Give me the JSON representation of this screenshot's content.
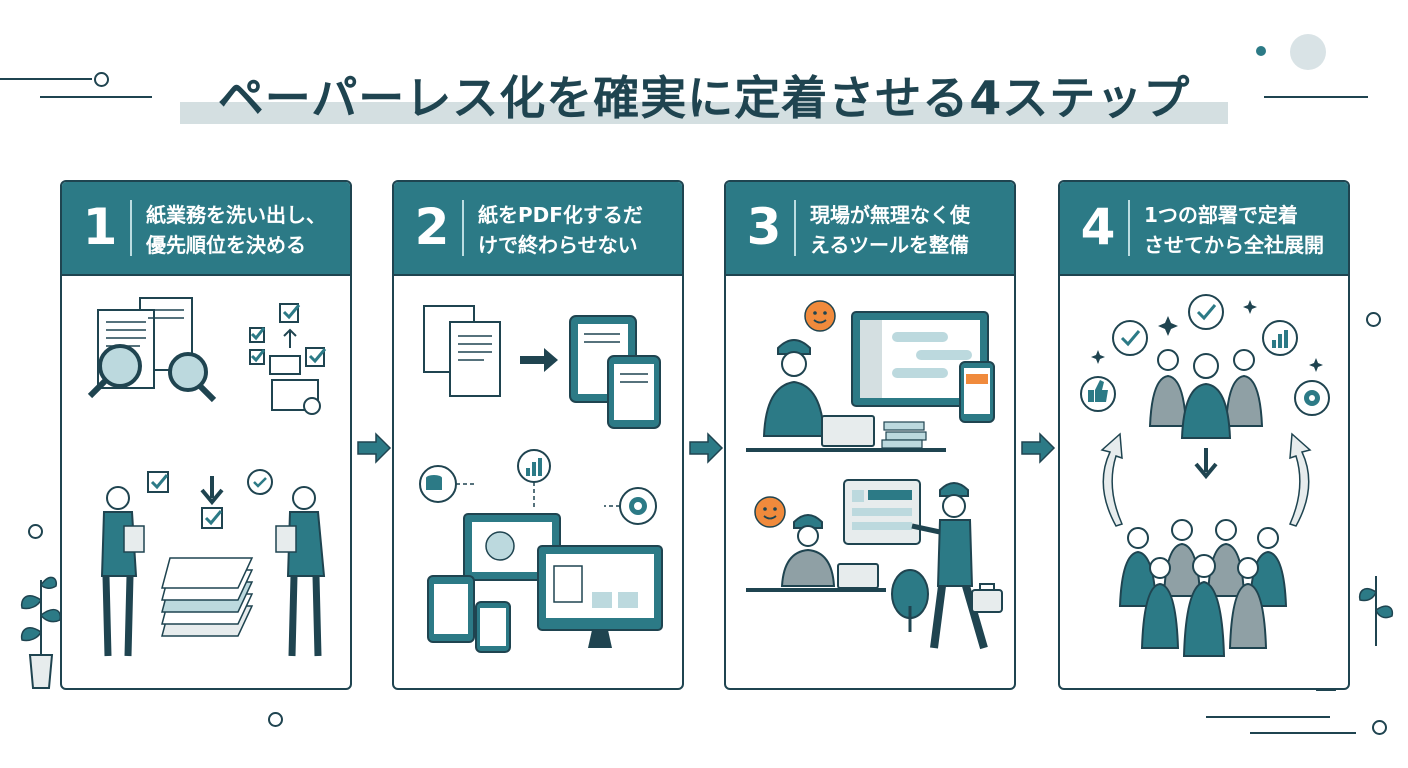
{
  "title": "ペーパーレス化を確実に定着させる4ステップ",
  "colors": {
    "primary": "#2c7a86",
    "dark": "#1f4450",
    "accent_orange": "#f08a3c",
    "bg": "#ffffff"
  },
  "steps": [
    {
      "number": "1",
      "line1": "紙業務を洗い出し、",
      "line2": "優先順位を決める",
      "icons": [
        "documents-icon",
        "magnifier-icon",
        "checklist-icon",
        "people-icon",
        "paper-stack-icon",
        "arrow-down-icon",
        "potted-plant-icon"
      ]
    },
    {
      "number": "2",
      "line1": "紙をPDF化するだ",
      "line2": "けで終わらせない",
      "icons": [
        "documents-icon",
        "tablet-icon",
        "database-search-icon",
        "chart-icon",
        "monitor-icon",
        "gear-icon",
        "phone-icon"
      ]
    },
    {
      "number": "3",
      "line1": "現場が無理なく使",
      "line2": "えるツールを整備",
      "icons": [
        "worker-icon",
        "smile-icon",
        "chat-app-icon",
        "laptop-icon",
        "tree-icon",
        "briefcase-icon"
      ]
    },
    {
      "number": "4",
      "line1": "1つの部署で定着",
      "line2": "させてから全社展開",
      "icons": [
        "team-icon",
        "check-bubble-icon",
        "thumbs-up-icon",
        "chart-bubble-icon",
        "gear-bubble-icon",
        "company-icon",
        "cycle-arrow-icon",
        "potted-plant-icon"
      ]
    }
  ]
}
